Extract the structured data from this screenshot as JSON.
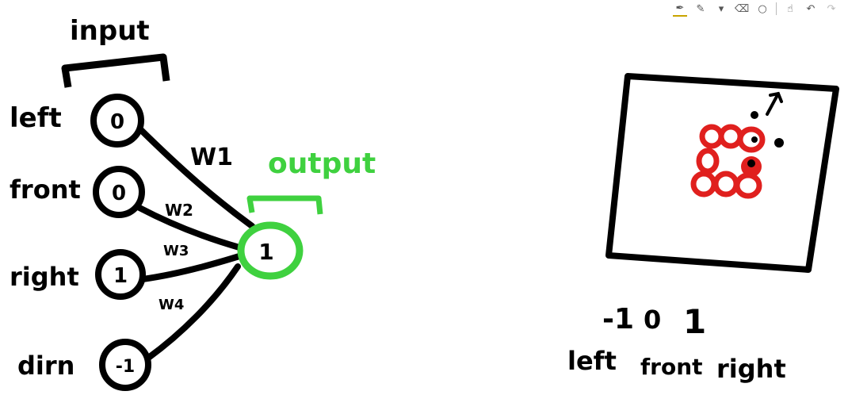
{
  "toolbar": {
    "tools": [
      {
        "icon": "ballpoint-pen-icon",
        "glyph": "✒",
        "selected": true
      },
      {
        "icon": "pen-icon",
        "glyph": "✎",
        "selected": false
      },
      {
        "icon": "highlighter-icon",
        "glyph": "▾",
        "selected": false
      },
      {
        "icon": "eraser-icon",
        "glyph": "⌫",
        "selected": false
      },
      {
        "icon": "shape-icon",
        "glyph": "○",
        "selected": false
      },
      {
        "icon": "touch-writing-icon",
        "glyph": "☝",
        "selected": false
      },
      {
        "icon": "undo-icon",
        "glyph": "↶",
        "selected": false
      },
      {
        "icon": "redo-icon",
        "glyph": "↷",
        "selected": false
      }
    ]
  },
  "network": {
    "input_label": "input",
    "output_label": "output",
    "inputs": [
      {
        "name": "left",
        "value": "0"
      },
      {
        "name": "front",
        "value": "0"
      },
      {
        "name": "right",
        "value": "1"
      },
      {
        "name": "dirn",
        "value": "-1"
      }
    ],
    "weights": [
      "W1",
      "W2",
      "W3",
      "W4"
    ],
    "output_value": "1"
  },
  "grid": {
    "scale_values": [
      "-1",
      "0",
      "1"
    ],
    "scale_labels": [
      "left",
      "front",
      "right"
    ]
  },
  "colors": {
    "ink": "#000000",
    "output": "#3fd13f",
    "agent": "#e0201e"
  }
}
